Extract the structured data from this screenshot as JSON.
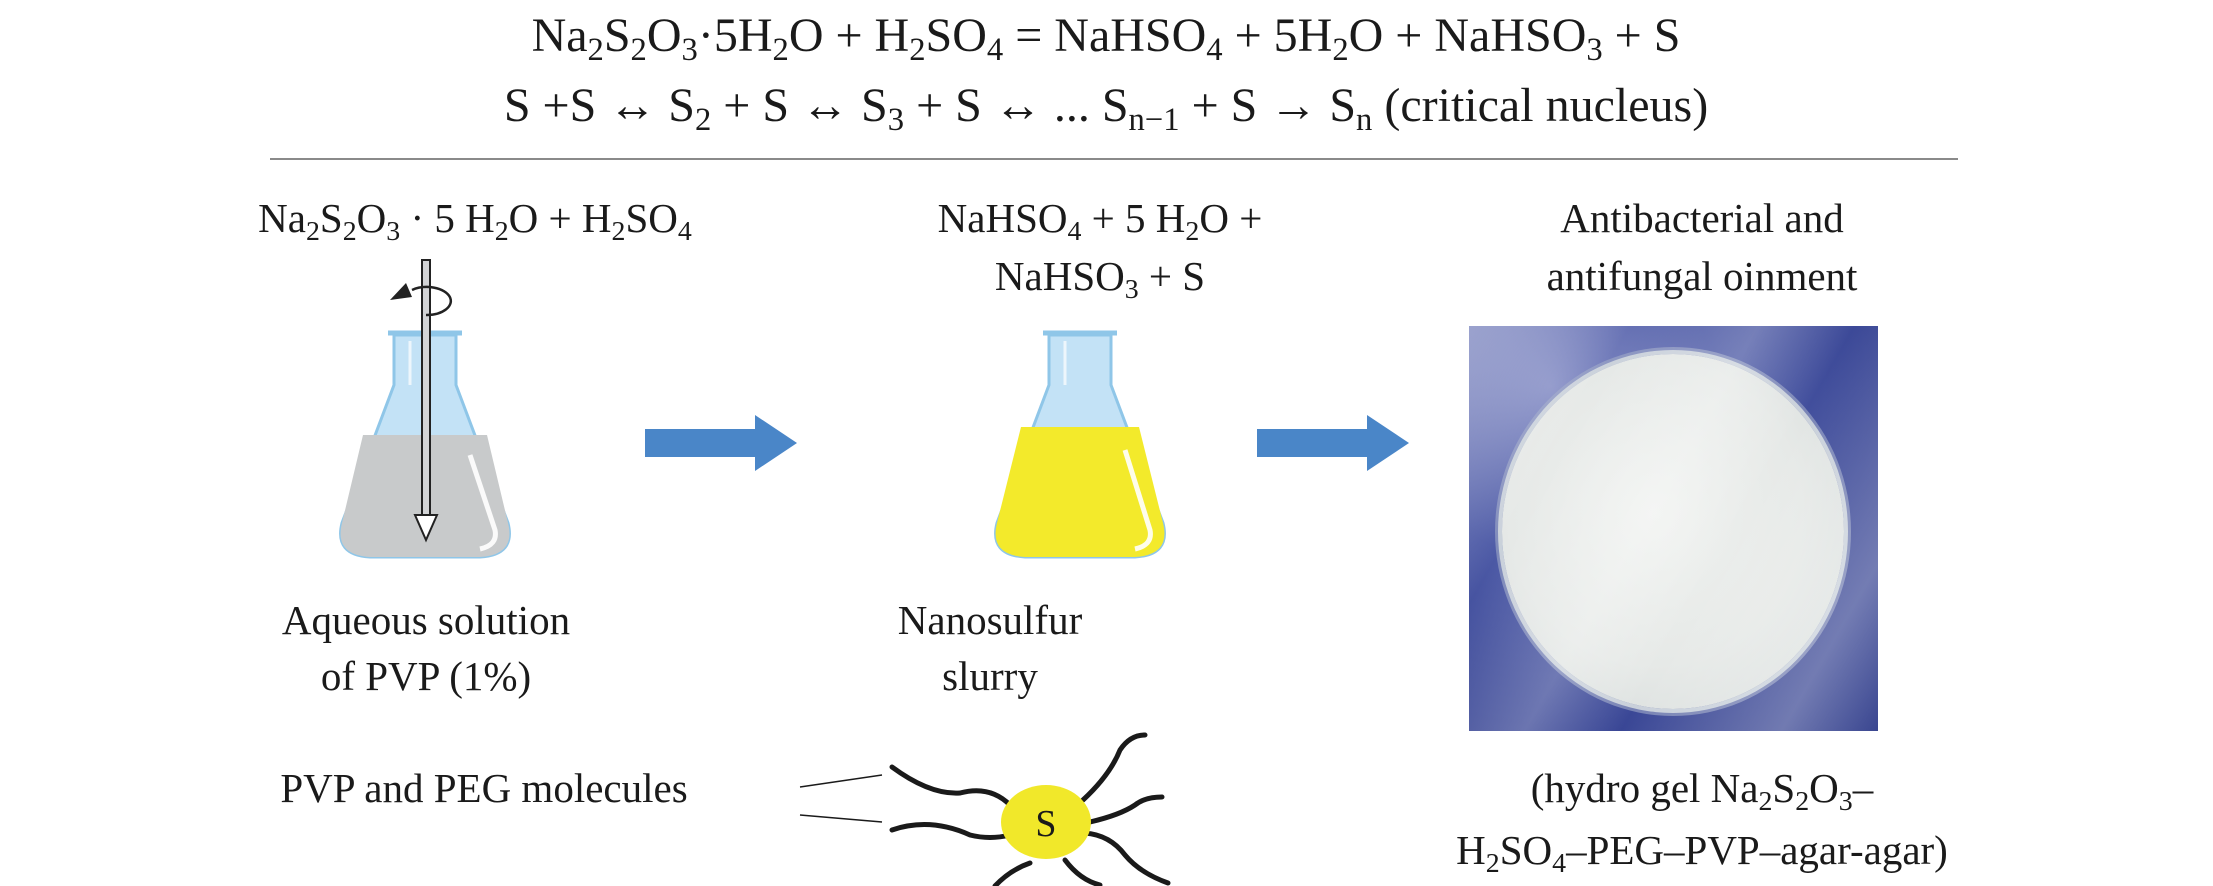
{
  "equations": {
    "line1": "Na_{2}S_{2}O_{3}·5H_{2}O + H_{2}SO_{4} = NaHSO_{4} + 5H_{2}O + NaHSO_{3} + S",
    "line2": "S +S ↔ S_{2} + S ↔ S_{3} + S ↔ ... S_{n−1} + S → S_{n} (critical nucleus)"
  },
  "step1": {
    "reagents": "Na_{2}S_{2}O_{3} · 5 H_{2}O + H_{2}SO_{4}",
    "caption_line1": "Aqueous solution",
    "caption_line2": "of PVP (1%)"
  },
  "step2": {
    "products_line1": "NaHSO_{4} + 5 H_{2}O +",
    "products_line2": "NaHSO_{3} + S",
    "caption_line1": "Nanosulfur",
    "caption_line2": "slurry"
  },
  "step3": {
    "title_line1": "Antibacterial and",
    "title_line2": "antifungal oinment",
    "caption_line1": "(hydro gel Na_{2}S_{2}O_{3}–",
    "caption_line2": "H_{2}SO_{4}–PEG–PVP–agar-agar)"
  },
  "molecule": {
    "label": "PVP and PEG molecules",
    "core_label": "S"
  },
  "colors": {
    "arrow": "#4a86c8",
    "glass": "#c3e2f6",
    "glass_edge": "#8fc6e8",
    "liquid_grey": "#c8cacb",
    "liquid_yellow": "#f3ea2b",
    "sulfur_core": "#f1e82a"
  }
}
